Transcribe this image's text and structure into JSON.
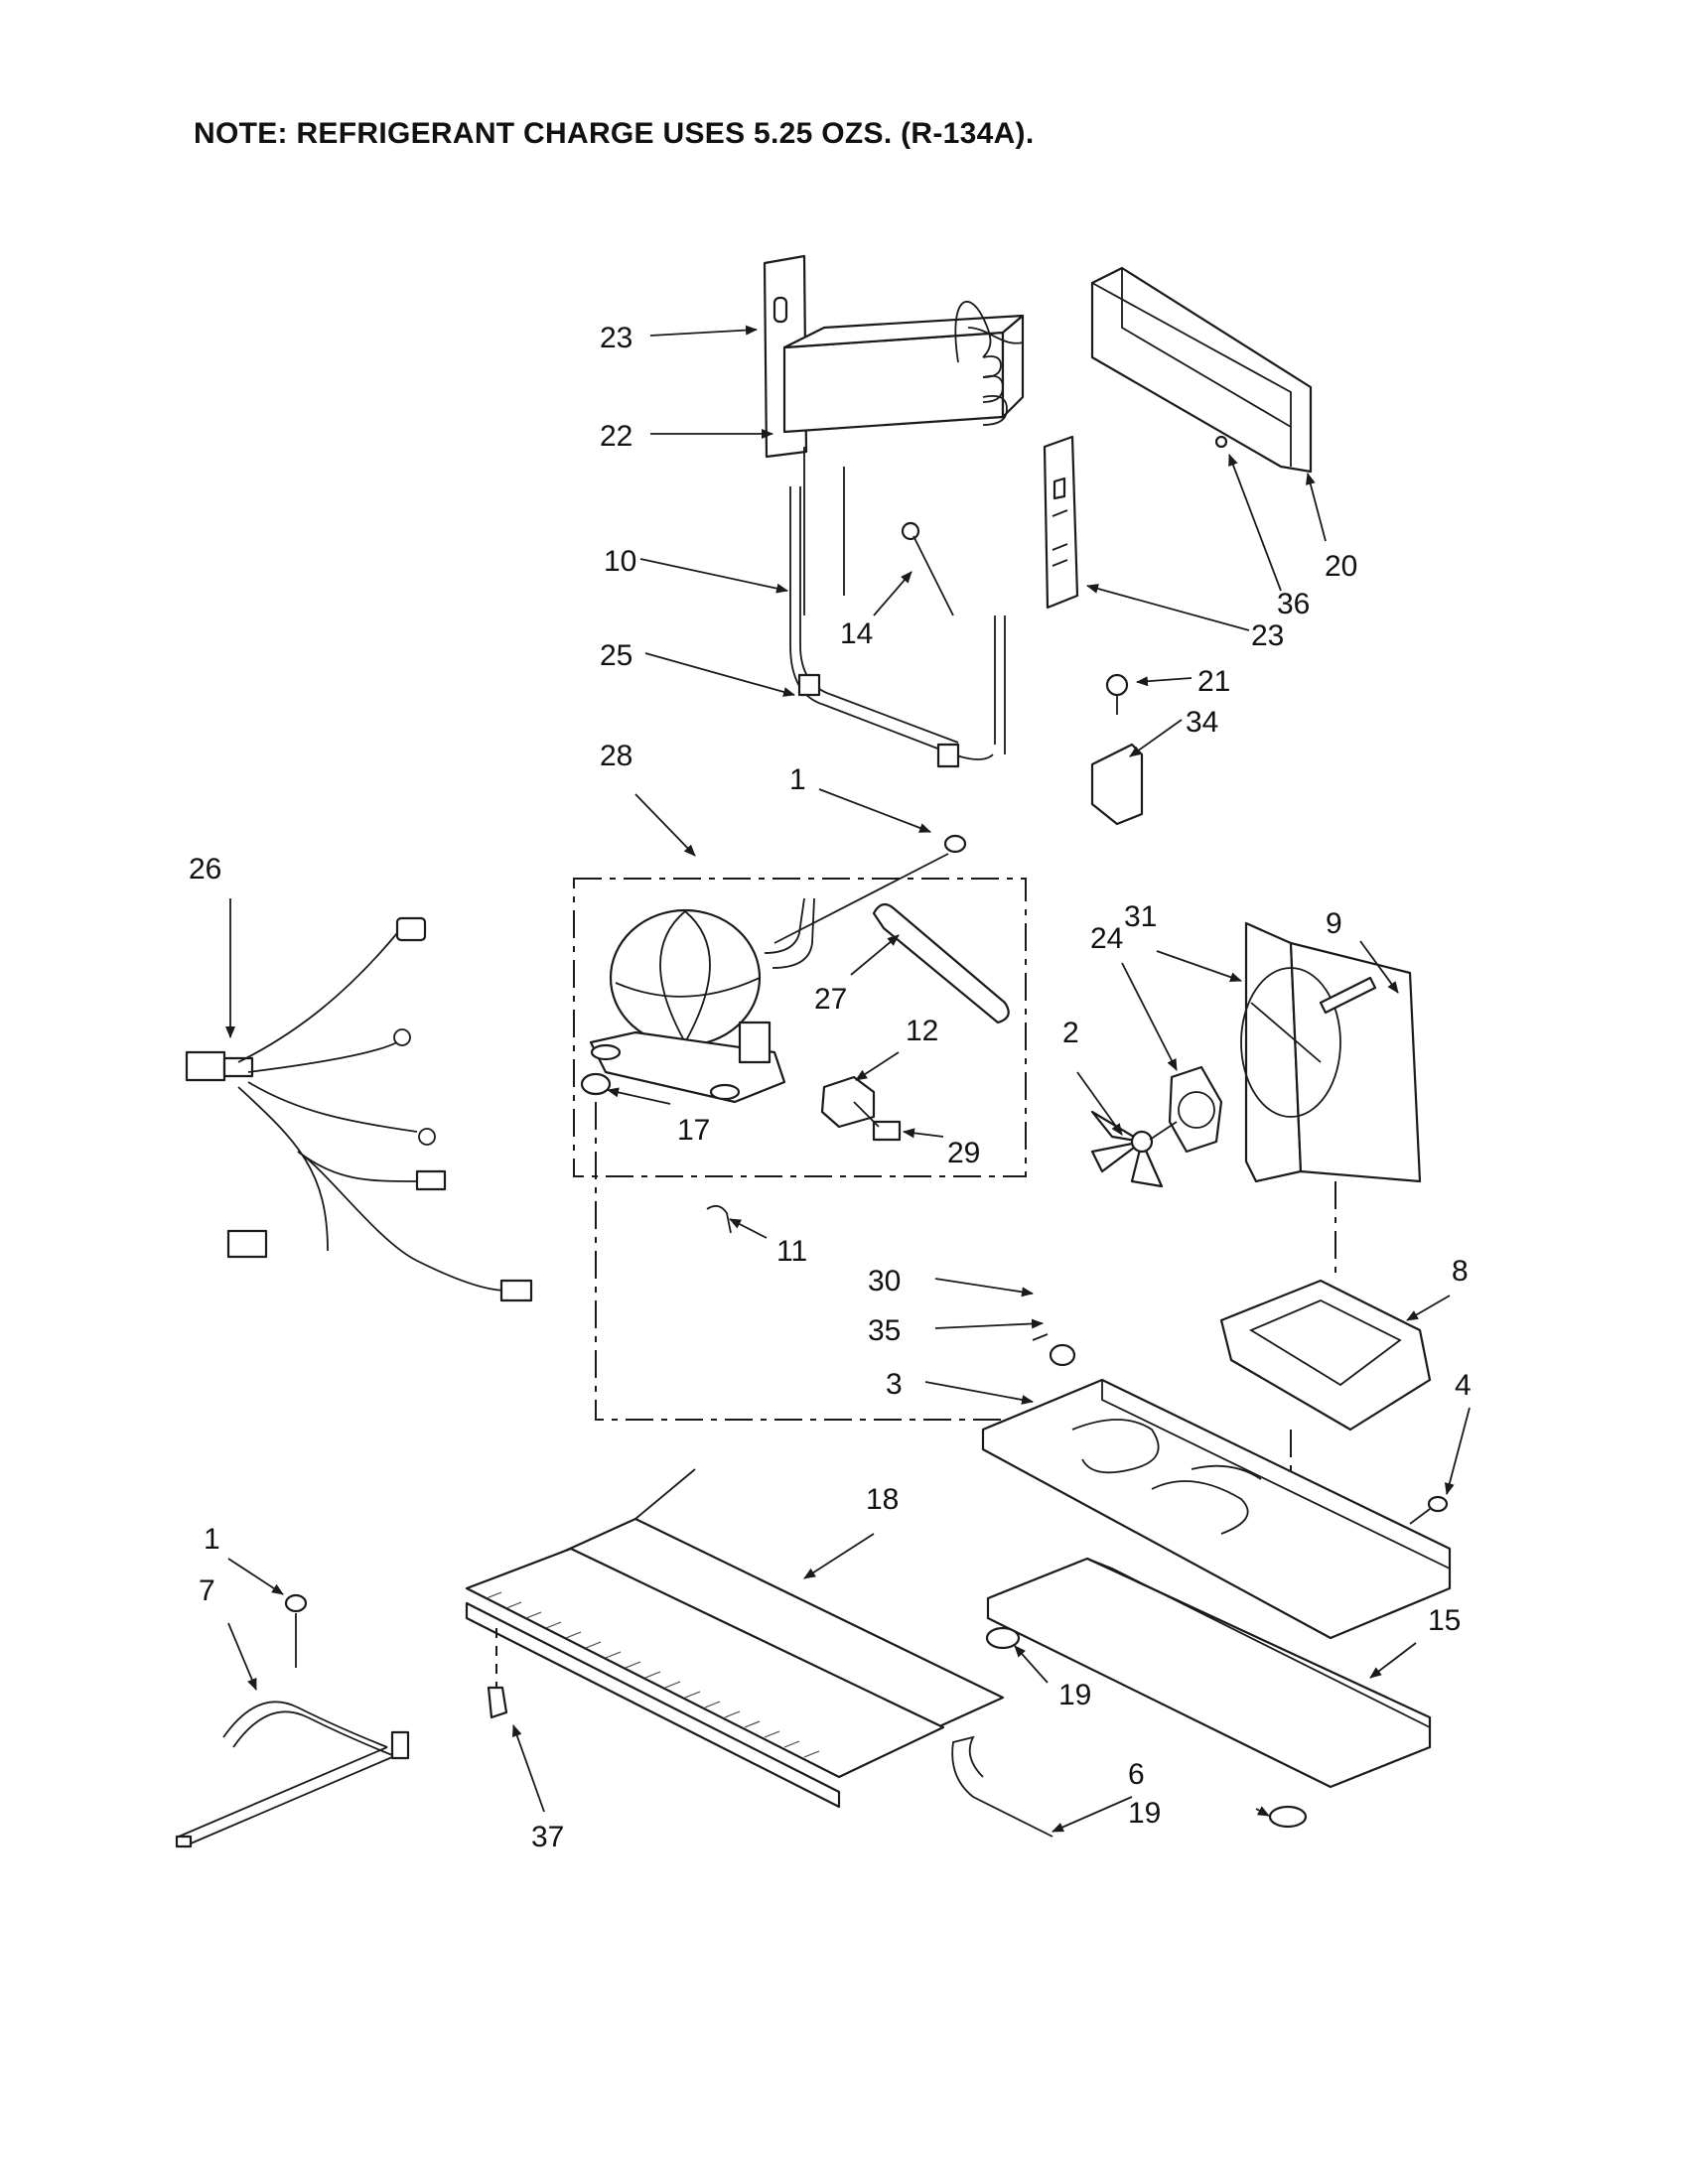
{
  "note": "NOTE: REFRIGERANT CHARGE USES 5.25 OZS. (R-134A).",
  "callouts": {
    "c1a": "1",
    "c1b": "1",
    "c2": "2",
    "c3": "3",
    "c4": "4",
    "c6": "6",
    "c7": "7",
    "c8": "8",
    "c9": "9",
    "c10": "10",
    "c11": "11",
    "c12": "12",
    "c14": "14",
    "c15": "15",
    "c17": "17",
    "c18": "18",
    "c19a": "19",
    "c19b": "19",
    "c20": "20",
    "c21": "21",
    "c22": "22",
    "c23a": "23",
    "c23b": "23",
    "c24": "24",
    "c25": "25",
    "c26": "26",
    "c27": "27",
    "c28": "28",
    "c29": "29",
    "c30": "30",
    "c31": "31",
    "c34": "34",
    "c35": "35",
    "c36": "36",
    "c37": "37"
  }
}
